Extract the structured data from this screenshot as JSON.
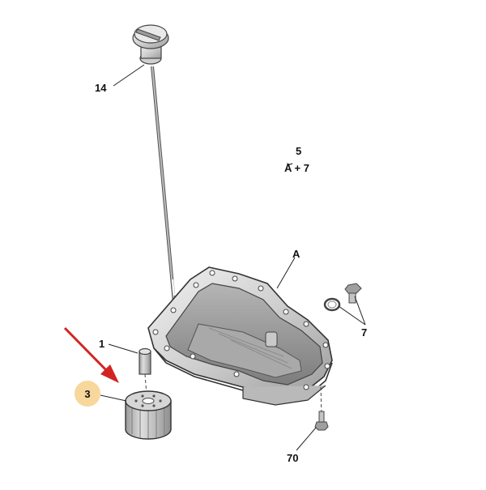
{
  "callouts": {
    "dipstick": "14",
    "gasket_group_top": "5",
    "gasket_group_bottom": "A + 7",
    "sump": "A",
    "drain_plug": "7",
    "adapter": "1",
    "filter": "3",
    "bolt": "70"
  },
  "colors": {
    "highlight_badge": "#f7d79b",
    "arrow": "#d32424",
    "line": "#222222",
    "metal_light": "#e4e4e4",
    "metal_mid": "#bdbdbd",
    "metal_dark": "#8a8a8a"
  }
}
